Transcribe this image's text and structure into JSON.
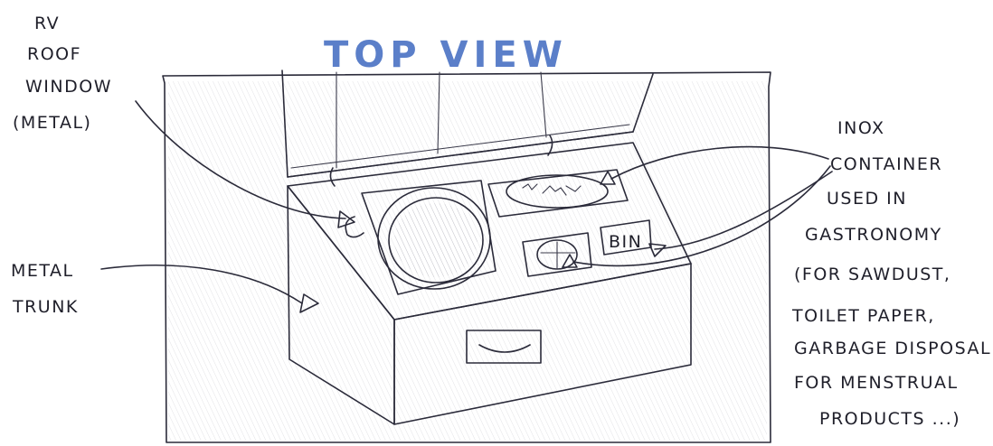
{
  "title": "TOP VIEW",
  "labels": {
    "roof_window": [
      "RV",
      "ROOF",
      "WINDOW",
      "(METAL)"
    ],
    "metal_trunk": [
      "METAL",
      "TRUNK"
    ],
    "inox_container": [
      "INOX",
      "CONTAINER",
      "USED IN",
      "GASTRONOMY",
      "(FOR SAWDUST,",
      "TOILET PAPER,",
      "GARBAGE DISPOSAL",
      "FOR MENSTRUAL",
      "PRODUCTS ...)"
    ],
    "bin": "BIN"
  },
  "colors": {
    "ink": "#2b2b3a",
    "title_ink": "#5b7fc9"
  }
}
